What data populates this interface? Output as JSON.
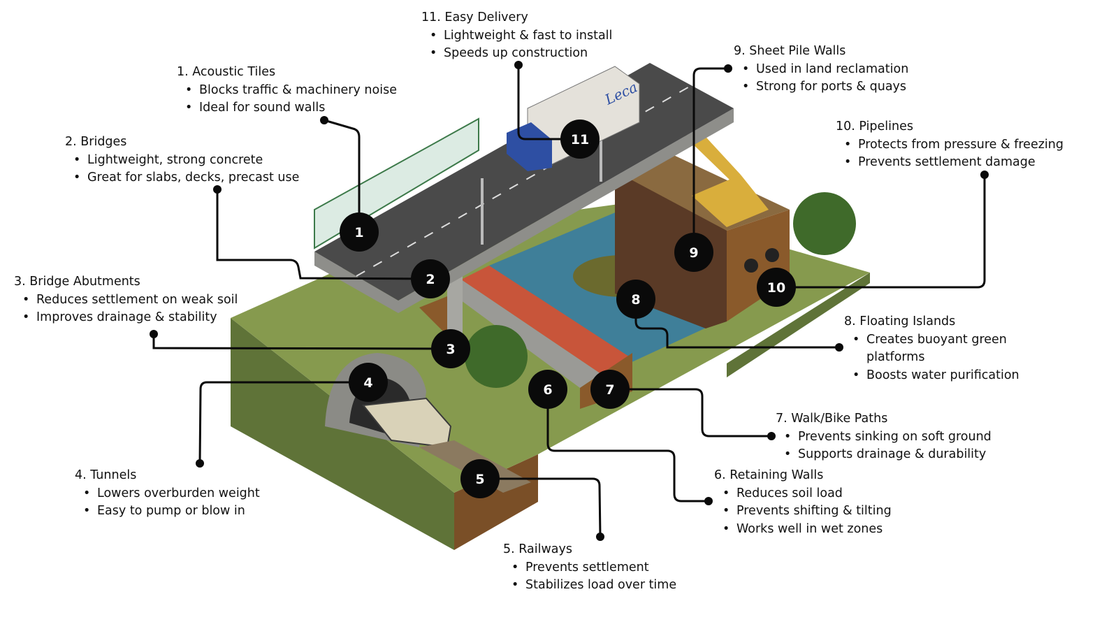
{
  "labels": [
    {
      "number": "1",
      "title": "1. Acoustic Tiles",
      "bullets": [
        "Blocks traffic & machinery noise",
        "Ideal for sound walls"
      ]
    },
    {
      "number": "2",
      "title": "2. Bridges",
      "bullets": [
        "Lightweight, strong concrete",
        "Great for slabs, decks, precast use"
      ]
    },
    {
      "number": "3",
      "title": "3. Bridge Abutments",
      "bullets": [
        "Reduces settlement on weak soil",
        "Improves drainage & stability"
      ]
    },
    {
      "number": "4",
      "title": "4. Tunnels",
      "bullets": [
        "Lowers overburden weight",
        "Easy to pump or blow in"
      ]
    },
    {
      "number": "5",
      "title": "5. Railways",
      "bullets": [
        "Prevents settlement",
        "Stabilizes load over time"
      ]
    },
    {
      "number": "6",
      "title": "6. Retaining Walls",
      "bullets": [
        "Reduces soil load",
        "Prevents shifting & tilting",
        "Works well in wet zones"
      ]
    },
    {
      "number": "7",
      "title": "7. Walk/Bike Paths",
      "bullets": [
        "Prevents sinking on soft ground",
        "Supports drainage & durability"
      ]
    },
    {
      "number": "8",
      "title": "8. Floating Islands",
      "bullets": [
        "Creates buoyant green platforms",
        "Boosts water purification"
      ]
    },
    {
      "number": "9",
      "title": "9. Sheet Pile Walls",
      "bullets": [
        "Used in land reclamation",
        "Strong for ports & quays"
      ]
    },
    {
      "number": "10",
      "title": "10. Pipelines",
      "bullets": [
        "Protects from pressure & freezing",
        "Prevents settlement damage"
      ]
    },
    {
      "number": "11",
      "title": "11. Easy Delivery",
      "bullets": [
        "Lightweight & fast to install",
        "Speeds up construction"
      ]
    }
  ],
  "truck_brand": "Leca",
  "colors": {
    "marker": "#0a0a0a",
    "grass": "#7f944a",
    "grass_dark": "#5f7338",
    "soil": "#8a5a2b",
    "road": "#4a4a4a",
    "water": "#3f7f99",
    "bike_lane": "#c8553a"
  }
}
